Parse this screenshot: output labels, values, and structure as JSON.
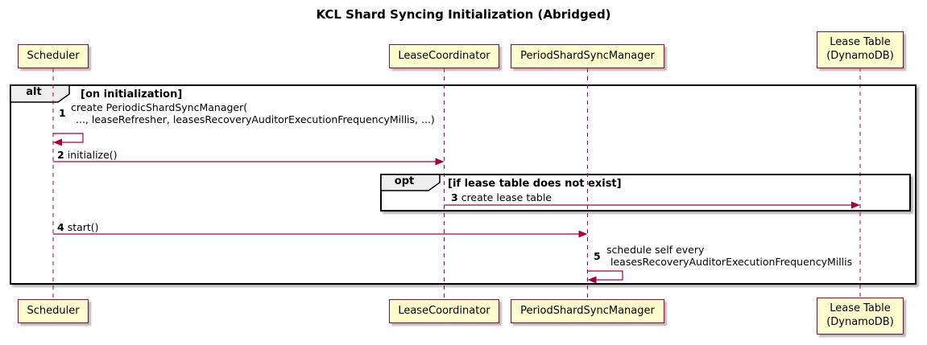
{
  "title": "KCL Shard Syncing Initialization (Abridged)",
  "colors": {
    "accent": "#A80036",
    "participant-fill": "#FEFECE",
    "frame-border": "#000000",
    "pentagon-fill": "#EEEEEE"
  },
  "participants": [
    {
      "id": "scheduler",
      "label": "Scheduler"
    },
    {
      "id": "lease-coordinator",
      "label": "LeaseCoordinator"
    },
    {
      "id": "period-shard-sync-manager",
      "label": "PeriodShardSyncManager"
    },
    {
      "id": "lease-table",
      "line1": "Lease Table",
      "line2": "(DynamoDB)"
    }
  ],
  "frames": [
    {
      "operator": "alt",
      "guard": "[on initialization]"
    },
    {
      "operator": "opt",
      "guard": "[if lease table does not exist]"
    }
  ],
  "messages": [
    {
      "seq": "1",
      "line1": "create PeriodicShardSyncManager(",
      "line2": "..., leaseRefresher, leasesRecoveryAuditorExecutionFrequencyMillis, ...)",
      "from": "scheduler",
      "to": "scheduler",
      "kind": "self"
    },
    {
      "seq": "2",
      "text": "initialize()",
      "from": "scheduler",
      "to": "lease-coordinator",
      "kind": "sync"
    },
    {
      "seq": "3",
      "text": "create lease table",
      "from": "lease-coordinator",
      "to": "lease-table",
      "kind": "sync"
    },
    {
      "seq": "4",
      "text": "start()",
      "from": "scheduler",
      "to": "period-shard-sync-manager",
      "kind": "sync"
    },
    {
      "seq": "5",
      "line1": "schedule self every",
      "line2": "leasesRecoveryAuditorExecutionFrequencyMillis",
      "from": "period-shard-sync-manager",
      "to": "period-shard-sync-manager",
      "kind": "self"
    }
  ]
}
